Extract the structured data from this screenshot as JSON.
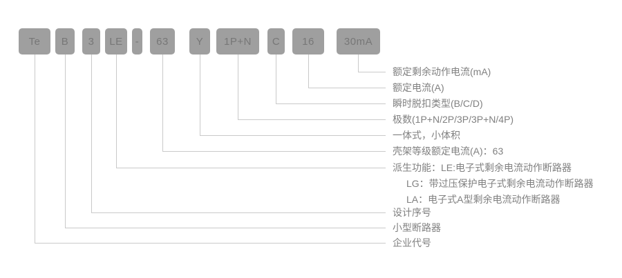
{
  "diagram": {
    "title_meaning": "Model designation breakdown",
    "model_code_boxes": [
      {
        "label": "Te"
      },
      {
        "label": "B"
      },
      {
        "label": "3"
      },
      {
        "label": "LE"
      },
      {
        "label": "-"
      },
      {
        "label": "63"
      },
      {
        "label": "Y"
      },
      {
        "label": "1P+N"
      },
      {
        "label": "C"
      },
      {
        "label": "16"
      },
      {
        "label": "30mA"
      }
    ],
    "descriptions": [
      {
        "text": "额定剩余动作电流(mA)",
        "linked_box": "30mA"
      },
      {
        "text": "额定电流(A)",
        "linked_box": "16"
      },
      {
        "text": "瞬时脱扣类型(B/C/D)",
        "linked_box": "C"
      },
      {
        "text": "极数(1P+N/2P/3P/3P+N/4P)",
        "linked_box": "1P+N"
      },
      {
        "text": "一体式，小体积",
        "linked_box": "Y"
      },
      {
        "text": "壳架等级额定电流(A)：63",
        "linked_box": "63"
      },
      {
        "text": "派生功能：LE:电子式剩余电流动作断路器",
        "linked_box": "LE"
      },
      {
        "text": "LG：带过压保护电子式剩余电流动作断路器",
        "linked_box": null
      },
      {
        "text": "LA：电子式A型剩余电流动作断路器",
        "linked_box": null
      },
      {
        "text": "设计序号",
        "linked_box": "3"
      },
      {
        "text": "小型断路器",
        "linked_box": "B"
      },
      {
        "text": "企业代号",
        "linked_box": "Te"
      }
    ],
    "colors": {
      "box_fill": "#9f9f9f",
      "box_text": "#777777",
      "connector_line": "#c9c9c9",
      "description_text": "#808080",
      "background": "#ffffff"
    }
  }
}
